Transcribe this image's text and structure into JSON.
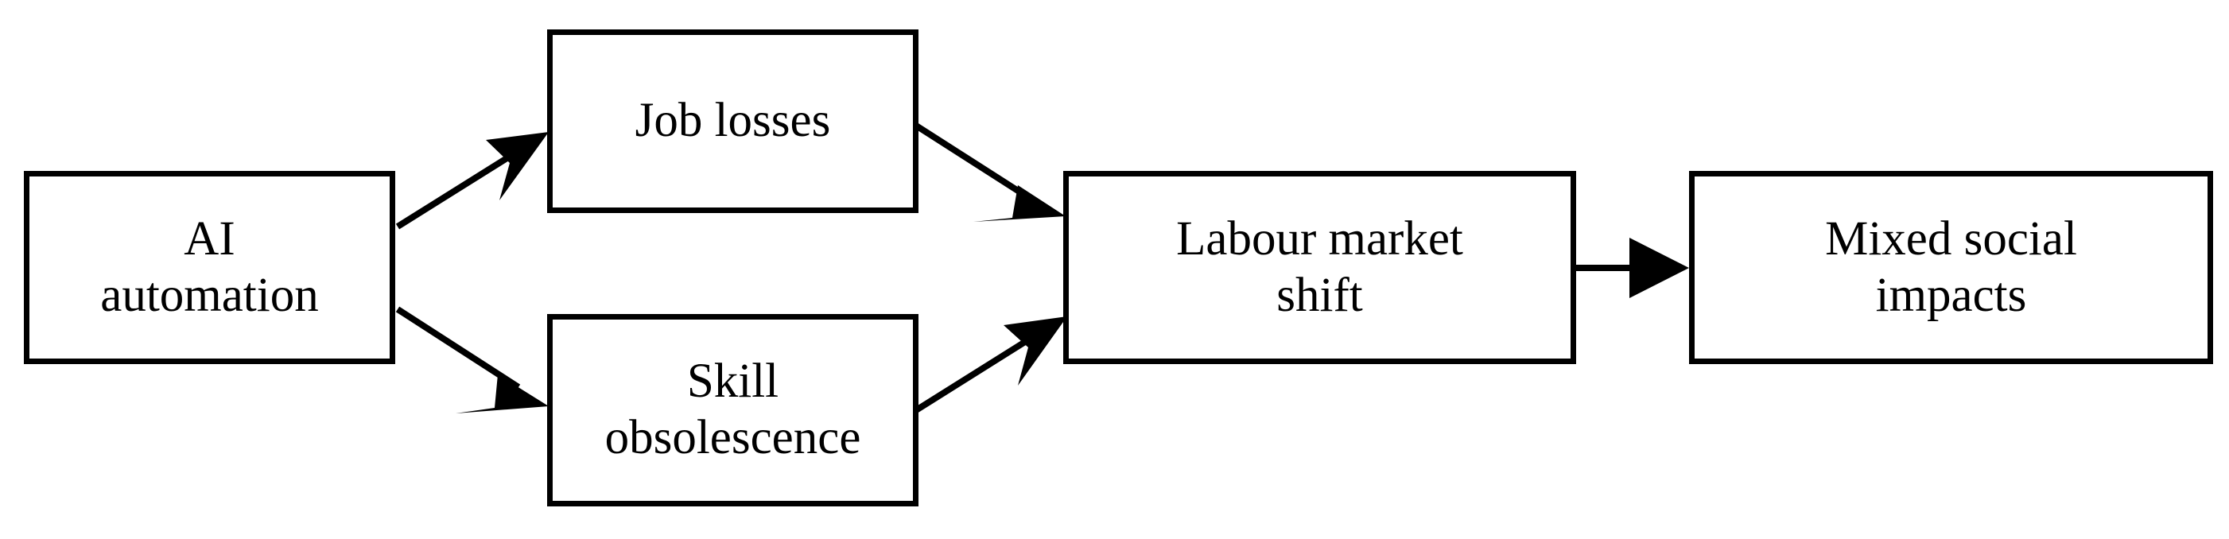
{
  "diagram": {
    "title": "AI automation labour market impact flow",
    "type": "flowchart",
    "orientation": "left-to-right",
    "background_color": "#ffffff",
    "stroke_color": "#000000",
    "nodes": [
      {
        "id": "ai-automation",
        "label": "AI\nautomation"
      },
      {
        "id": "job-losses",
        "label": "Job losses"
      },
      {
        "id": "skill-obsolescence",
        "label": "Skill\nobsolescence"
      },
      {
        "id": "labour-market",
        "label": "Labour market\nshift"
      },
      {
        "id": "mixed-impacts",
        "label": "Mixed social\nimpacts"
      }
    ],
    "edges": [
      {
        "id": "e1",
        "from": "ai-automation",
        "to": "job-losses",
        "label": "",
        "arrow": "single"
      },
      {
        "id": "e2",
        "from": "ai-automation",
        "to": "skill-obsolescence",
        "label": "",
        "arrow": "single"
      },
      {
        "id": "e3",
        "from": "job-losses",
        "to": "labour-market",
        "label": "",
        "arrow": "single"
      },
      {
        "id": "e4",
        "from": "skill-obsolescence",
        "to": "labour-market",
        "label": "",
        "arrow": "single"
      },
      {
        "id": "e5",
        "from": "labour-market",
        "to": "mixed-impacts",
        "label": "",
        "arrow": "single"
      }
    ]
  }
}
